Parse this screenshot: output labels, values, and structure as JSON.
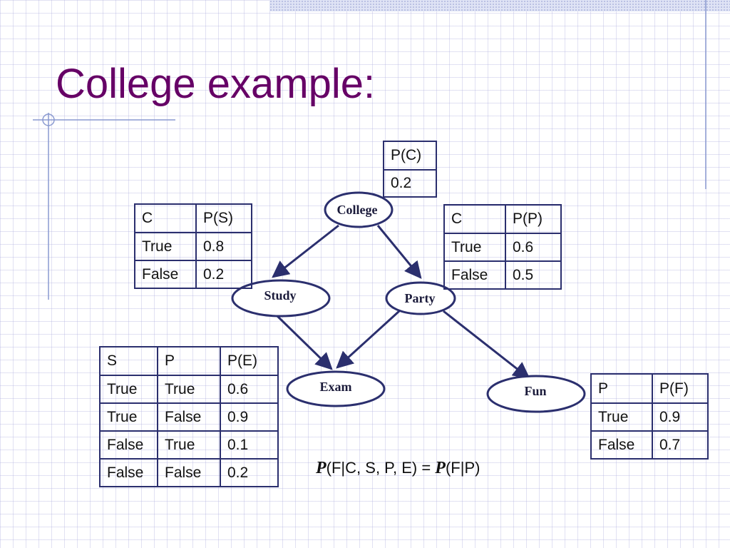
{
  "slide": {
    "title": "College example:"
  },
  "nodes": {
    "college": "College",
    "study": "Study",
    "party": "Party",
    "exam": "Exam",
    "fun": "Fun"
  },
  "tables": {
    "pc": {
      "header": [
        "P(C)"
      ],
      "rows": [
        [
          "0.2"
        ]
      ]
    },
    "ps": {
      "header": [
        "C",
        "P(S)"
      ],
      "rows": [
        [
          "True",
          "0.8"
        ],
        [
          "False",
          "0.2"
        ]
      ]
    },
    "pp": {
      "header": [
        "C",
        "P(P)"
      ],
      "rows": [
        [
          "True",
          "0.6"
        ],
        [
          "False",
          "0.5"
        ]
      ]
    },
    "pe": {
      "header": [
        "S",
        "P",
        "P(E)"
      ],
      "rows": [
        [
          "True",
          "True",
          "0.6"
        ],
        [
          "True",
          "False",
          "0.9"
        ],
        [
          "False",
          "True",
          "0.1"
        ],
        [
          "False",
          "False",
          "0.2"
        ]
      ]
    },
    "pf": {
      "header": [
        "P",
        "P(F)"
      ],
      "rows": [
        [
          "True",
          "0.9"
        ],
        [
          "False",
          "0.7"
        ]
      ]
    }
  },
  "formula": {
    "lhs_p": "P",
    "lhs_rest": "(F|C, S, P, E) = ",
    "rhs_p": "P",
    "rhs_rest": "(F|P)"
  },
  "colors": {
    "title": "#660066",
    "edge": "#2b2f6e",
    "grid": "#aaaadc"
  }
}
